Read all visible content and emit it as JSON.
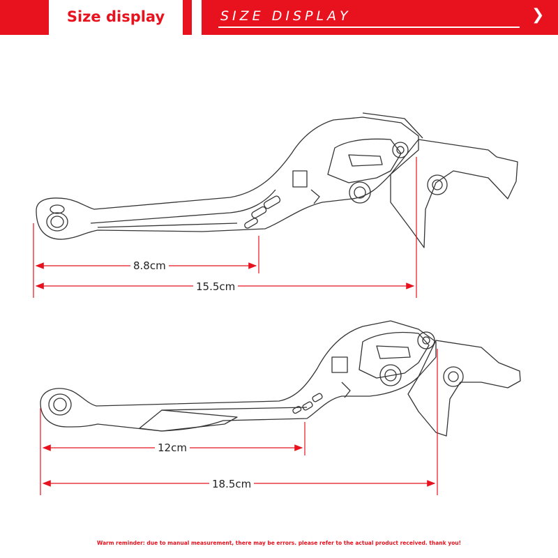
{
  "header": {
    "tab_label": "Size display",
    "title": "SIZE DISPLAY",
    "arrow_glyph": "❯",
    "accent_color": "#e8121e"
  },
  "top_lever": {
    "dim_short": "8.8cm",
    "dim_long": "15.5cm"
  },
  "bottom_lever": {
    "dim_short": "12cm",
    "dim_long": "18.5cm"
  },
  "footer": {
    "reminder": "Warm reminder: due to manual measurement, there may be errors. please refer to the actual product received. thank you!"
  }
}
